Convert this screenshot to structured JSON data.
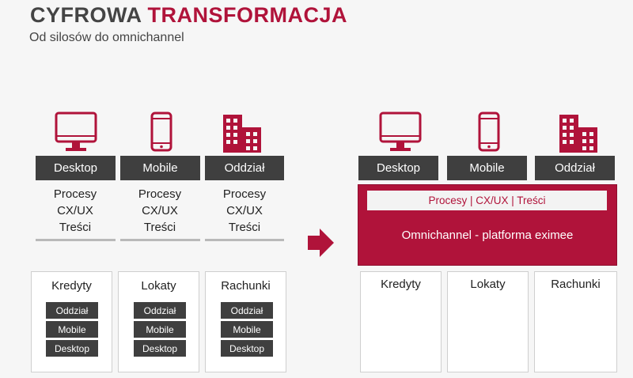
{
  "title": {
    "part1": "CYFROWA ",
    "part2": "TRANSFORMACJA"
  },
  "subtitle": "Od silosów do omnichannel",
  "icons": {
    "desktop": "desktop-monitor-icon",
    "mobile": "smartphone-icon",
    "branch": "building-icon",
    "arrow": "arrow-right-icon"
  },
  "colors": {
    "accent": "#b0133a",
    "dark": "#3f3f3f",
    "bar": "#b9b9b9"
  },
  "left": {
    "channels": [
      "Desktop",
      "Mobile",
      "Oddział"
    ],
    "process_lines": [
      "Procesy",
      "CX/UX",
      "Treści"
    ],
    "products": [
      {
        "title": "Kredyty",
        "items": [
          "Oddział",
          "Mobile",
          "Desktop"
        ]
      },
      {
        "title": "Lokaty",
        "items": [
          "Oddział",
          "Mobile",
          "Desktop"
        ]
      },
      {
        "title": "Rachunki",
        "items": [
          "Oddział",
          "Mobile",
          "Desktop"
        ]
      }
    ]
  },
  "right": {
    "channels": [
      "Desktop",
      "Mobile",
      "Oddział"
    ],
    "platform_inner": "Procesy | CX/UX | Treści",
    "platform_label": "Omnichannel - platforma eximee",
    "products": [
      "Kredyty",
      "Lokaty",
      "Rachunki"
    ]
  }
}
